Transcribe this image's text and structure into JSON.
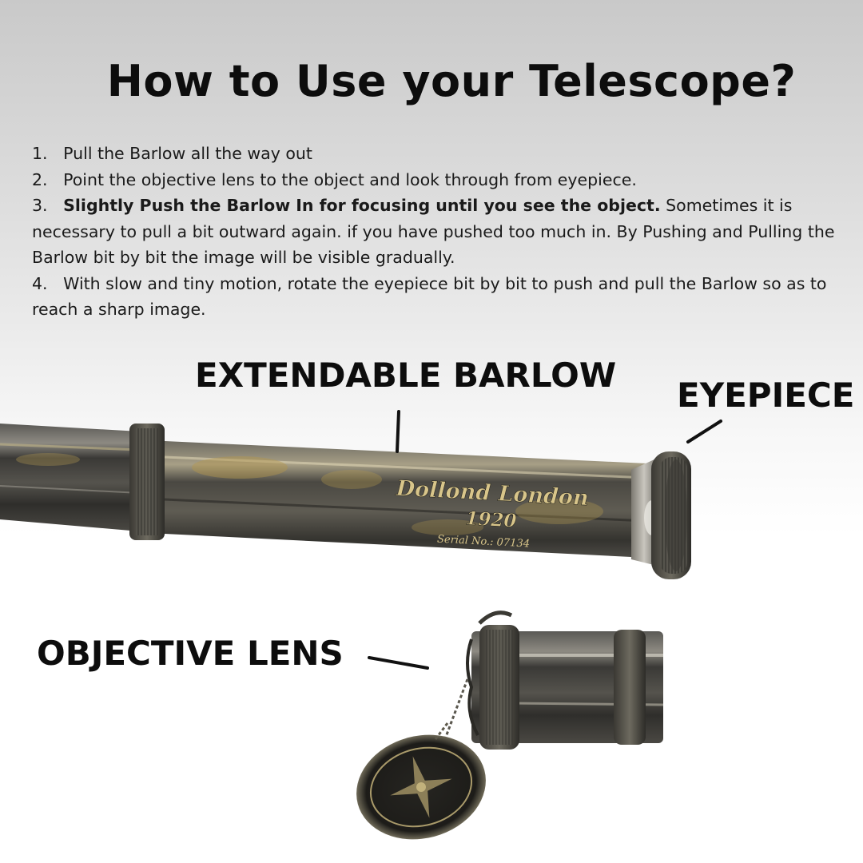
{
  "title": "How to Use your Telescope?",
  "steps": [
    {
      "num": "1.",
      "text": "Pull the Barlow all the way out"
    },
    {
      "num": "2.",
      "text": "Point the objective lens to the object and look through from eyepiece."
    },
    {
      "num": "3.",
      "bold": "Slightly Push the Barlow In for focusing until you see the object.",
      "text": " Sometimes it is necessary to pull a bit outward again. if you have pushed too much in. By Pushing and Pulling the Barlow bit by bit the image will be visible gradually."
    },
    {
      "num": "4.",
      "text": "With slow and tiny motion, rotate the eyepiece bit by bit to push and pull the Barlow so as to reach a sharp image."
    }
  ],
  "labels": {
    "barlow": "EXTENDABLE BARLOW",
    "eyepiece": "EYEPIECE",
    "objective": "OBJECTIVE LENS"
  },
  "engraving": {
    "maker": "Dollond London",
    "year": "1920",
    "serial": "Serial No.: 07134"
  },
  "colors": {
    "brass": "#b79a55",
    "gunmetal": "#3d3d3b"
  }
}
